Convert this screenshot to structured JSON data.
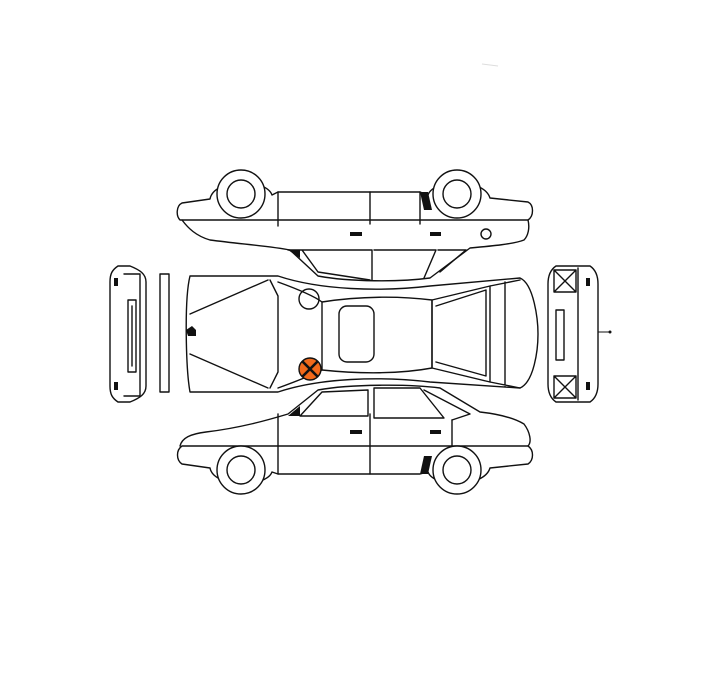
{
  "diagram": {
    "views": [
      "top-side-view",
      "plan-view",
      "bottom-side-view",
      "front-view",
      "rear-view"
    ],
    "colors": {
      "line": "#111111",
      "background": "#ffffff",
      "damage_marker": "#f26a1b"
    },
    "markers": [
      {
        "type": "damage-x",
        "location": "hood-near-windshield"
      },
      {
        "type": "empty-circle",
        "location": "hood-upper"
      }
    ]
  }
}
